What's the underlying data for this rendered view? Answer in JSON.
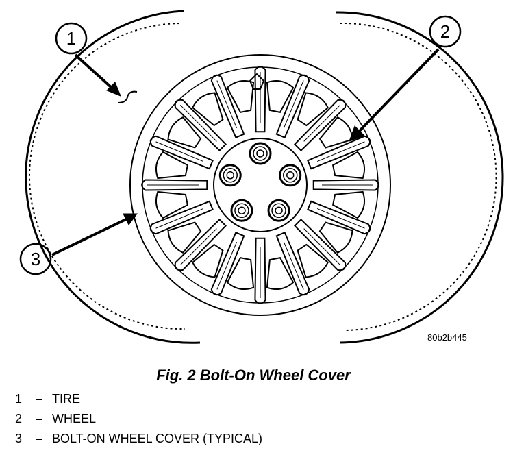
{
  "callouts": [
    {
      "number": "1"
    },
    {
      "number": "2"
    },
    {
      "number": "3"
    }
  ],
  "figure_code": "80b2b445",
  "caption": "Fig. 2 Bolt-On Wheel Cover",
  "legend": [
    {
      "number": "1",
      "dash": "–",
      "label": "TIRE"
    },
    {
      "number": "2",
      "dash": "–",
      "label": "WHEEL"
    },
    {
      "number": "3",
      "dash": "–",
      "label": "BOLT-ON WHEEL COVER (TYPICAL)"
    }
  ]
}
